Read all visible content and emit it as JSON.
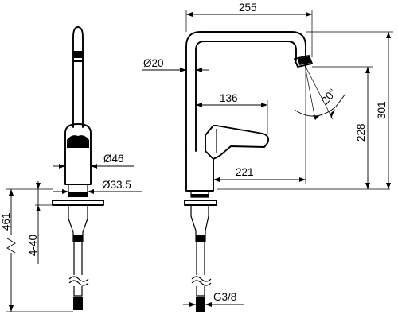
{
  "dimensions": {
    "overall_width": "255",
    "spout_diameter": "Ø20",
    "body_diameter": "Ø46",
    "base_diameter": "Ø33.5",
    "lever_reach": "136",
    "spout_reach": "221",
    "swivel_angle": "20°",
    "spout_height": "228",
    "overall_height": "301",
    "hose_length": "461",
    "countertop_thickness": "4-40",
    "connection_thread": "G3/8"
  }
}
